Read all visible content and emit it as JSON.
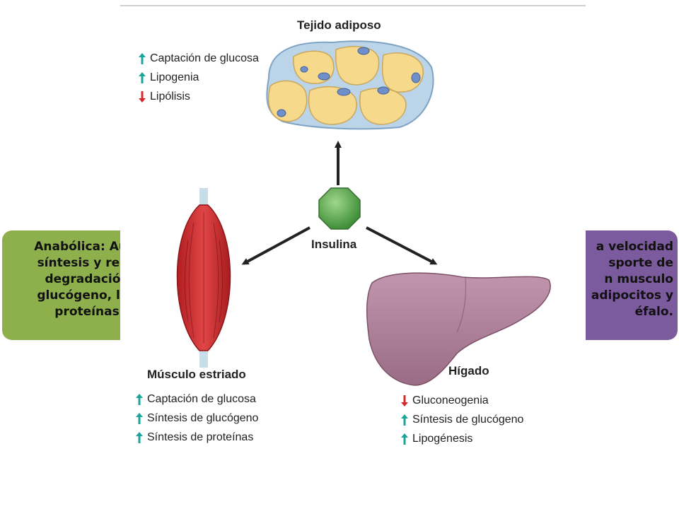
{
  "left_box": {
    "lines": [
      "Anabólica: Aum",
      "síntesis y redu",
      "degradación",
      "glucógeno, lípi",
      "proteínas"
    ],
    "color": "#8db04c"
  },
  "right_box": {
    "lines": [
      "a velocidad",
      "sporte de",
      "n musculo",
      "adipocitos y",
      "éfalo."
    ],
    "color": "#7b5a9e"
  },
  "center": {
    "label": "Insulina",
    "color": "#5aa84a"
  },
  "adipose": {
    "title": "Tejido adiposo",
    "effects": [
      {
        "text": "Captación de glucosa",
        "direction": "up"
      },
      {
        "text": "Lipogenia",
        "direction": "up"
      },
      {
        "text": "Lipólisis",
        "direction": "down"
      }
    ]
  },
  "muscle": {
    "title": "Músculo estriado",
    "effects": [
      {
        "text": "Captación de glucosa",
        "direction": "up"
      },
      {
        "text": "Síntesis de glucógeno",
        "direction": "up"
      },
      {
        "text": "Síntesis de proteínas",
        "direction": "up"
      }
    ]
  },
  "liver": {
    "title": "Hígado",
    "effects": [
      {
        "text": "Gluconeogenia",
        "direction": "down"
      },
      {
        "text": "Síntesis de glucógeno",
        "direction": "up"
      },
      {
        "text": "Lipogénesis",
        "direction": "up"
      }
    ]
  },
  "colors": {
    "up_arrow": "#1aa59a",
    "down_arrow": "#d62a2a",
    "liver": "#a87a92",
    "muscle": "#d23a3a",
    "fat": "#f7d98c"
  }
}
